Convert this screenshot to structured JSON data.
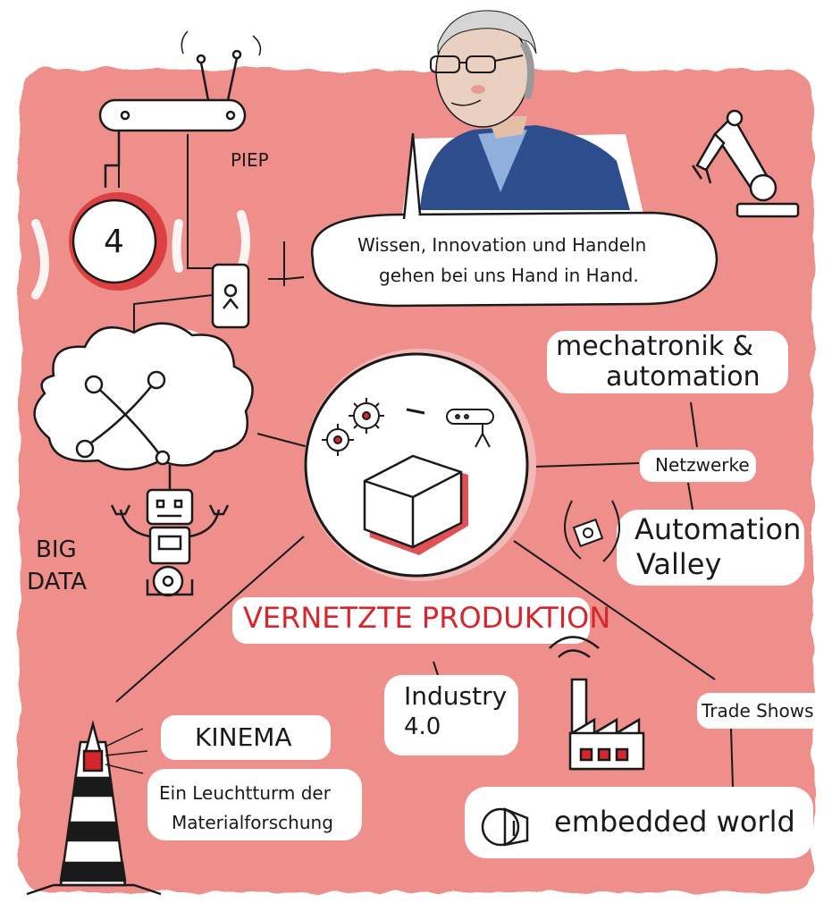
{
  "labels": {
    "piep": "PIEP",
    "dial_number": "4",
    "quote_line1": "Wissen, Innovation und Handeln",
    "quote_line2": "gehen bei uns Hand in Hand.",
    "mechatronik_line1": "mechatronik &",
    "mechatronik_line2": "automation",
    "netzwerke": "Netzwerke",
    "automation_line1": "Automation",
    "automation_line2": "Valley",
    "big_line1": "BIG",
    "big_line2": "DATA",
    "vernetzte": "VERNETZTE PRODUKTION",
    "industry_line1": "Industry",
    "industry_line2": "4.0",
    "trade_shows": "Trade Shows",
    "kinema": "KINEMA",
    "leucht_line1": "Ein Leuchtturm der",
    "leucht_line2": "Materialforschung",
    "embedded": "embedded world"
  },
  "colors": {
    "background_red": "#ee8f8b",
    "accent_red": "#d7262b",
    "ink": "#1a1a1a",
    "jacket_blue": "#2d4d8c",
    "shirt_blue": "#8fb0dc"
  },
  "icons": [
    "router-icon",
    "dial-icon",
    "smartphone-icon",
    "cloud-network-icon",
    "robot-icon",
    "gears-icon",
    "cube-icon",
    "camera-icon",
    "robot-arm-icon",
    "speaker-icon",
    "factory-icon",
    "lighthouse-icon",
    "embedded-world-logo-icon"
  ]
}
